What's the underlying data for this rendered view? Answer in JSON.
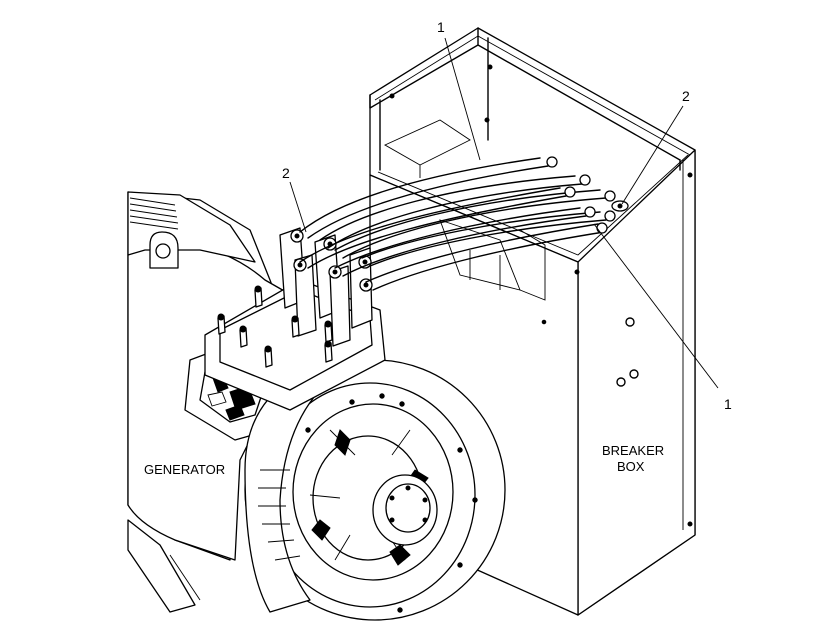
{
  "labels": {
    "generator": "GENERATOR",
    "breaker_line1": "BREAKER",
    "breaker_line2": "BOX"
  },
  "callouts": [
    {
      "id": "1a",
      "text": "1"
    },
    {
      "id": "2a",
      "text": "2"
    },
    {
      "id": "2b",
      "text": "2"
    },
    {
      "id": "1b",
      "text": "1"
    }
  ]
}
